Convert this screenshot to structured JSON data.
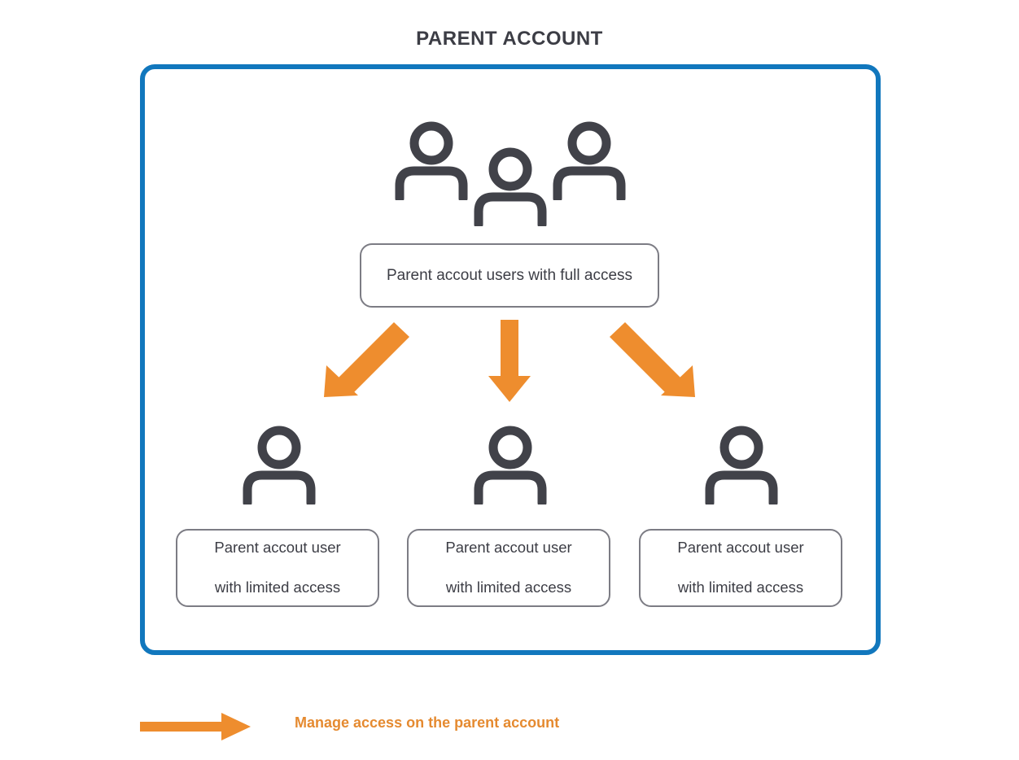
{
  "page": {
    "title": "PARENT ACCOUNT",
    "background": "#ffffff"
  },
  "colors": {
    "container_border": "#1177bd",
    "arrow_orange": "#ee8d2e",
    "icon_dark": "#414249",
    "box_border": "#7c7c84",
    "text_dark": "#3c3d45",
    "legend_text": "#e58a30"
  },
  "container": {
    "name": "parent-account-boundary"
  },
  "top_group": {
    "icon_name": "people-group-icon",
    "icon_count": 3,
    "label": "Parent accout users with full access"
  },
  "arrows": [
    {
      "name": "arrow-to-child-1",
      "direction": "down-left",
      "color": "#ee8d2e"
    },
    {
      "name": "arrow-to-child-2",
      "direction": "down",
      "color": "#ee8d2e"
    },
    {
      "name": "arrow-to-child-3",
      "direction": "down-right",
      "color": "#ee8d2e"
    }
  ],
  "children": [
    {
      "icon_name": "person-icon",
      "label_line1": "Parent accout user",
      "label_line2": "with limited access"
    },
    {
      "icon_name": "person-icon",
      "label_line1": "Parent accout user",
      "label_line2": "with limited access"
    },
    {
      "icon_name": "person-icon",
      "label_line1": "Parent accout user",
      "label_line2": "with limited access"
    }
  ],
  "legend": {
    "icon_name": "right-arrow-icon",
    "text": "Manage access on the parent account"
  }
}
